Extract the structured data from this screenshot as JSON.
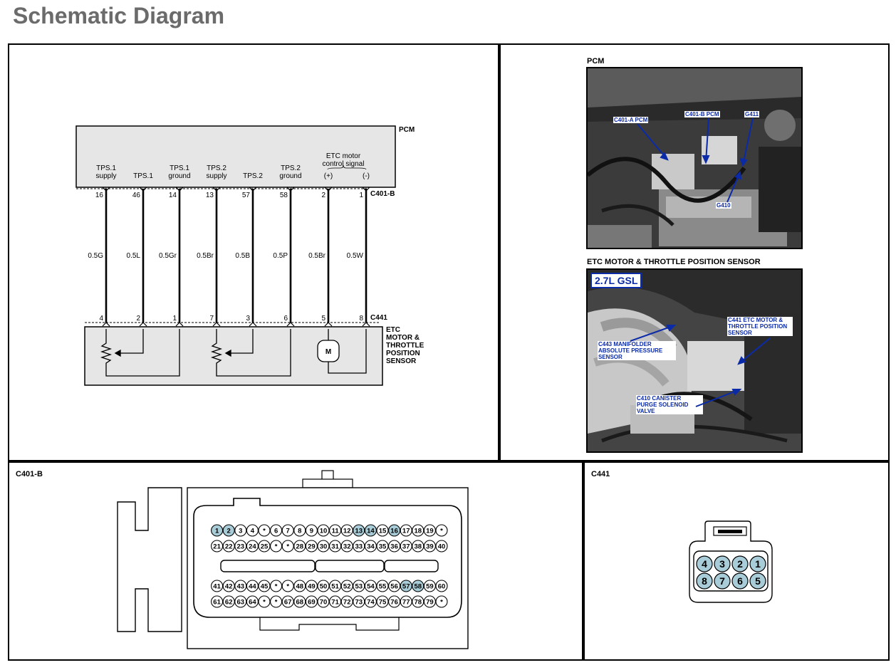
{
  "page": {
    "title": "Schematic Diagram"
  },
  "schematic": {
    "pcm_label": "PCM",
    "pcm_connector": "C401-B",
    "sensor_connector": "C441",
    "sensor_label": [
      "ETC",
      "MOTOR &",
      "THROTTLE",
      "POSITION",
      "SENSOR"
    ],
    "etc_motor_label": [
      "ETC motor",
      "control signal"
    ],
    "motor_symbol": "M",
    "circuits": [
      {
        "label": [
          "TPS.1",
          "supply"
        ],
        "pcm_pin": "16",
        "wire": "0.5G",
        "sensor_pin": "4"
      },
      {
        "label": [
          "TPS.1"
        ],
        "pcm_pin": "46",
        "wire": "0.5L",
        "sensor_pin": "2"
      },
      {
        "label": [
          "TPS.1",
          "ground"
        ],
        "pcm_pin": "14",
        "wire": "0.5Gr",
        "sensor_pin": "1"
      },
      {
        "label": [
          "TPS.2",
          "supply"
        ],
        "pcm_pin": "13",
        "wire": "0.5Br",
        "sensor_pin": "7"
      },
      {
        "label": [
          "TPS.2"
        ],
        "pcm_pin": "57",
        "wire": "0.5B",
        "sensor_pin": "3"
      },
      {
        "label": [
          "TPS.2",
          "ground"
        ],
        "pcm_pin": "58",
        "wire": "0.5P",
        "sensor_pin": "6"
      },
      {
        "label": [
          "(+)"
        ],
        "pcm_pin": "2",
        "wire": "0.5Br",
        "sensor_pin": "5"
      },
      {
        "label": [
          "(-)"
        ],
        "pcm_pin": "1",
        "wire": "0.5W",
        "sensor_pin": "8"
      }
    ]
  },
  "photos": {
    "pcm": {
      "heading": "PCM",
      "callouts": [
        "C401-A PCM",
        "C401-B PCM",
        "G411",
        "G410"
      ]
    },
    "sensor": {
      "heading": "ETC MOTOR & THROTTLE POSITION SENSOR",
      "badge": "2.7L GSL",
      "callouts": [
        "C441 ETC MOTOR & THROTTLE POSITION SENSOR",
        "C443 MANIFOLDER ABSOLUTE PRESSURE SENSOR",
        "C410 CANISTER PURGE SOLENOID VALVE"
      ]
    }
  },
  "connector_pcm": {
    "label": "C401-B",
    "rows": [
      [
        "*",
        "19",
        "18",
        "17",
        "16",
        "15",
        "14",
        "13",
        "12",
        "11",
        "10",
        "9",
        "8",
        "7",
        "6",
        "*",
        "4",
        "3",
        "2",
        "1"
      ],
      [
        "40",
        "39",
        "38",
        "37",
        "36",
        "35",
        "34",
        "33",
        "32",
        "31",
        "30",
        "29",
        "28",
        "*",
        "*",
        "25",
        "24",
        "23",
        "22",
        "21"
      ],
      [
        "60",
        "59",
        "58",
        "57",
        "56",
        "55",
        "54",
        "53",
        "52",
        "51",
        "50",
        "49",
        "48",
        "*",
        "*",
        "45",
        "44",
        "43",
        "42",
        "41"
      ],
      [
        "*",
        "79",
        "78",
        "77",
        "76",
        "75",
        "74",
        "73",
        "72",
        "71",
        "70",
        "69",
        "68",
        "67",
        "*",
        "*",
        "64",
        "63",
        "62",
        "61"
      ]
    ],
    "used_pins": [
      "1",
      "2",
      "13",
      "14",
      "16",
      "46",
      "57",
      "58"
    ]
  },
  "connector_sensor": {
    "label": "C441",
    "rows": [
      [
        "4",
        "3",
        "2",
        "1"
      ],
      [
        "8",
        "7",
        "6",
        "5"
      ]
    ]
  },
  "colors": {
    "highlight_pin": "#a9cdd8",
    "callout": "#0a2aa8",
    "title": "#6b6b6b"
  }
}
